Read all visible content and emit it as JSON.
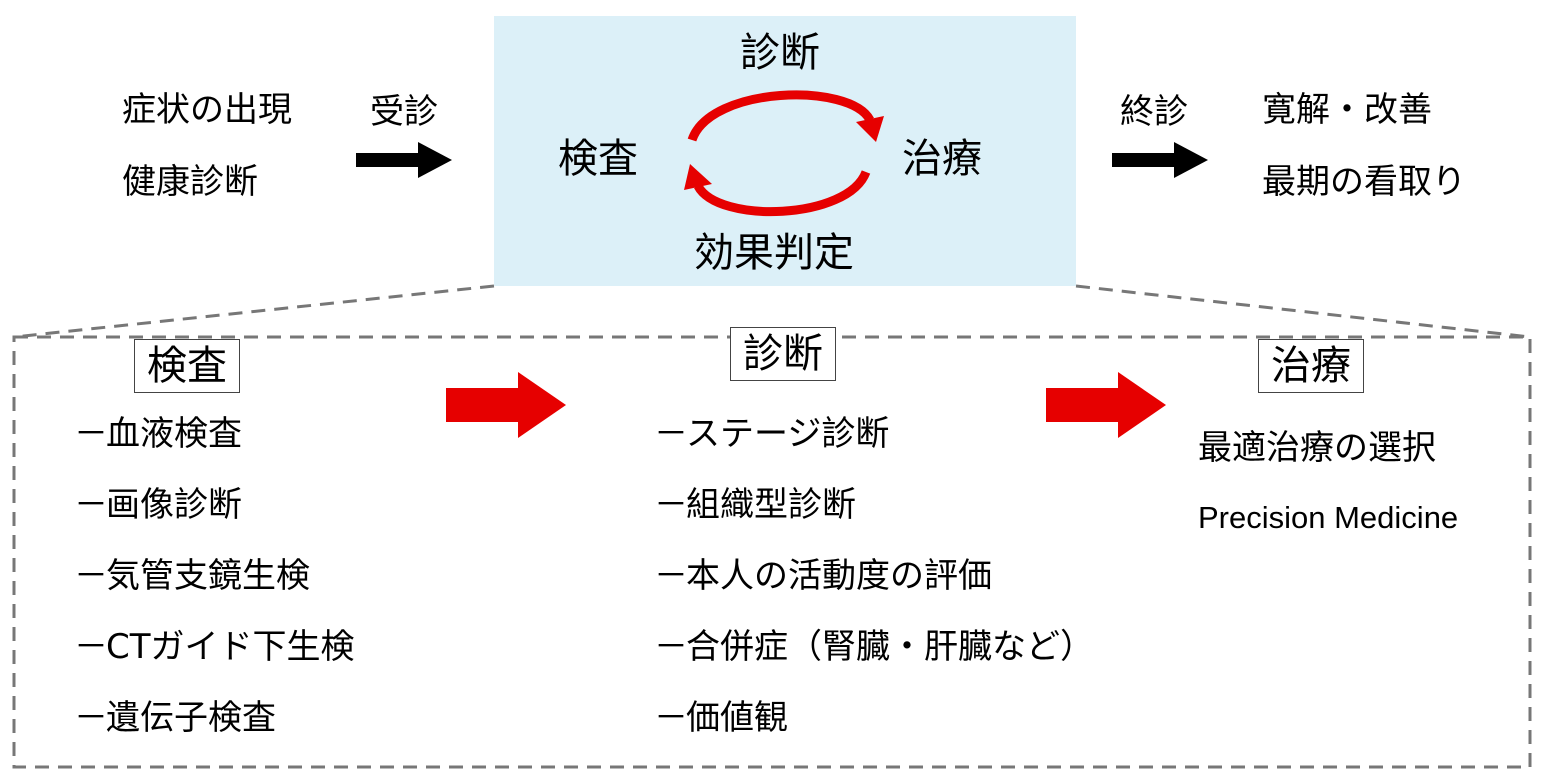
{
  "colors": {
    "panel": "#dcf0f8",
    "red": "#e60000",
    "dash": "#777777"
  },
  "top": {
    "start": [
      "症状の出現",
      "健康診断"
    ],
    "consult_label": "受診",
    "cycle": {
      "top": "診断",
      "left": "検査",
      "right": "治療",
      "bottom": "効果判定"
    },
    "end_label": "終診",
    "end": [
      "寛解・改善",
      "最期の看取り"
    ]
  },
  "columns": [
    {
      "title": "検査",
      "items": [
        "血液検査",
        "画像診断",
        "気管支鏡生検",
        "CTガイド下生検",
        "遺伝子検査"
      ]
    },
    {
      "title": "診断",
      "items": [
        "ステージ診断",
        "組織型診断",
        "本人の活動度の評価",
        "合併症（腎臓・肝臓など）",
        "価値観"
      ]
    },
    {
      "title": "治療",
      "lines": [
        "最適治療の選択",
        "Precision Medicine"
      ]
    }
  ],
  "dash_glyph": "－"
}
